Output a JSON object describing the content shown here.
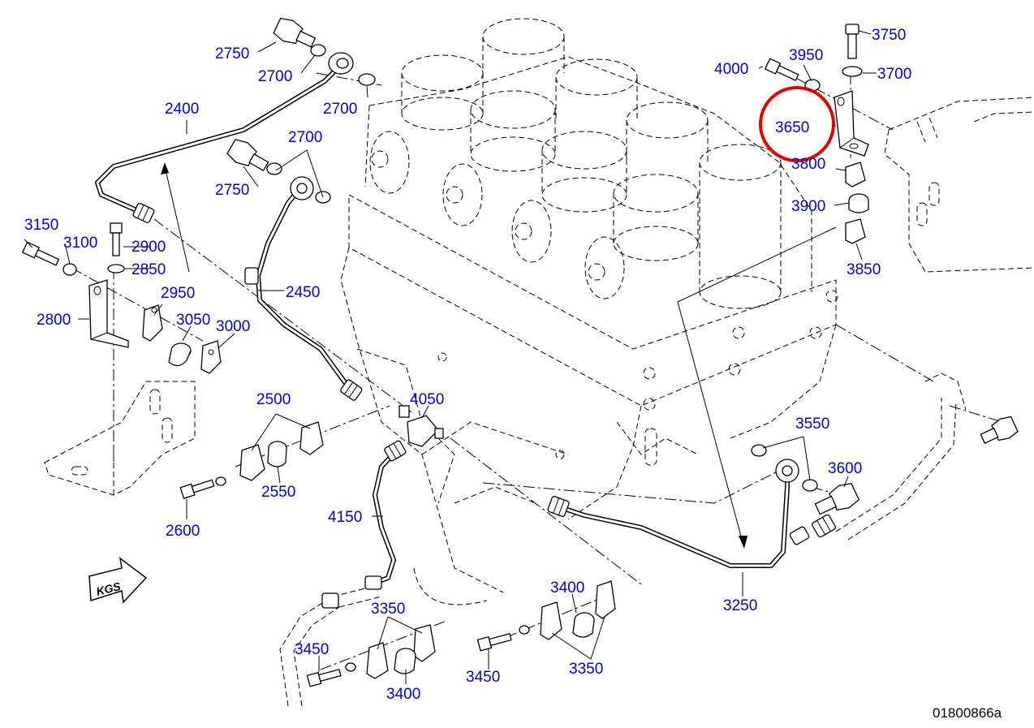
{
  "drawing_code": "01800866a",
  "direction_badge": "KGS",
  "highlight_color": "#e00000",
  "label_color": "#0000c8",
  "callouts": {
    "p2750a": "2750",
    "p2700a": "2700",
    "p2700b": "2700",
    "p2400": "2400",
    "p2700c": "2700",
    "p2750b": "2750",
    "p3150": "3150",
    "p3100": "3100",
    "p2900": "2900",
    "p2850": "2850",
    "p2950": "2950",
    "p2800": "2800",
    "p3050": "3050",
    "p3000": "3000",
    "p2450": "2450",
    "p2500": "2500",
    "p4050": "4050",
    "p2550": "2550",
    "p2600": "2600",
    "p4150": "4150",
    "p3350a": "3350",
    "p3450a": "3450",
    "p3400a": "3400",
    "p3400b": "3400",
    "p3450b": "3450",
    "p3350b": "3350",
    "p3250": "3250",
    "p3550": "3550",
    "p3600": "3600",
    "p3750": "3750",
    "p3700": "3700",
    "p4000": "4000",
    "p3950": "3950",
    "p3650": "3650",
    "p3800": "3800",
    "p3900": "3900",
    "p3850": "3850"
  },
  "highlighted_part": "3650"
}
